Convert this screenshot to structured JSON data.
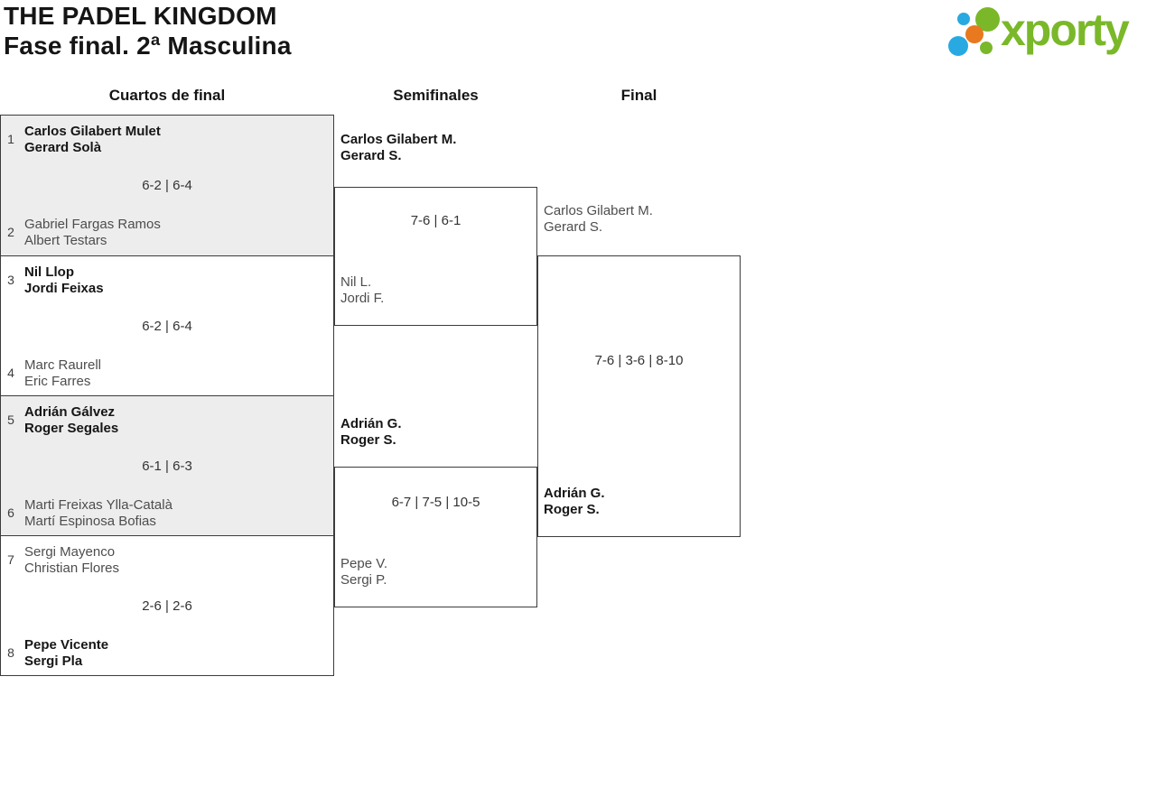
{
  "page": {
    "title_line1": "THE PADEL KINGDOM",
    "title_line2": "Fase final. 2ª Masculina"
  },
  "logo": {
    "brand": "xporty",
    "colors": {
      "green": "#7ab829",
      "blue": "#29a9e1",
      "orange": "#e8791e"
    }
  },
  "round_headers": {
    "quarterfinals": "Cuartos de final",
    "semifinals": "Semifinales",
    "final": "Final"
  },
  "colors": {
    "match_alt_bg": "#ededed",
    "border": "#3c3c3c",
    "winner_text": "#161616",
    "loser_text": "#4d4d4d",
    "score_text": "#333333"
  },
  "bracket": {
    "quarterfinals": [
      {
        "seed_top": "1",
        "team_top": [
          "Carlos Gilabert Mulet",
          "Gerard Solà"
        ],
        "score": "6-2 | 6-4",
        "seed_bottom": "2",
        "team_bottom": [
          "Gabriel Fargas Ramos",
          "Albert Testars"
        ]
      },
      {
        "seed_top": "3",
        "team_top": [
          "Nil Llop",
          "Jordi Feixas"
        ],
        "score": "6-2 | 6-4",
        "seed_bottom": "4",
        "team_bottom": [
          "Marc Raurell",
          "Eric Farres"
        ]
      },
      {
        "seed_top": "5",
        "team_top": [
          "Adrián Gálvez",
          "Roger Segales"
        ],
        "score": "6-1 | 6-3",
        "seed_bottom": "6",
        "team_bottom": [
          "Marti Freixas Ylla-Català",
          "Martí Espinosa Bofias"
        ]
      },
      {
        "seed_top": "7",
        "team_top": [
          "Sergi Mayenco",
          "Christian Flores"
        ],
        "score": "2-6 | 2-6",
        "seed_bottom": "8",
        "team_bottom": [
          "Pepe Vicente",
          "Sergi Pla"
        ]
      }
    ],
    "semifinals": [
      {
        "team_top": [
          "Carlos Gilabert M.",
          "Gerard S."
        ],
        "score": "7-6 | 6-1",
        "team_bottom": [
          "Nil L.",
          "Jordi F."
        ]
      },
      {
        "team_top": [
          "Adrián G.",
          "Roger S."
        ],
        "score": "6-7 | 7-5 | 10-5",
        "team_bottom": [
          "Pepe V.",
          "Sergi P."
        ]
      }
    ],
    "final": {
      "team_top": [
        "Carlos Gilabert M.",
        "Gerard S."
      ],
      "score": "7-6 | 3-6 | 8-10",
      "team_bottom": [
        "Adrián G.",
        "Roger S."
      ]
    }
  }
}
